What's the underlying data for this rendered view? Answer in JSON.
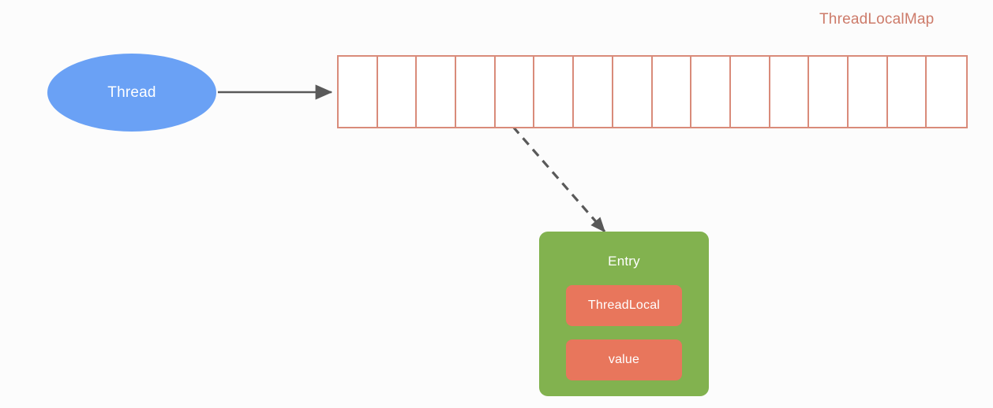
{
  "diagram": {
    "title": "ThreadLocalMap",
    "background_color": "#fcfcfc"
  },
  "thread_node": {
    "label": "Thread",
    "shape": "ellipse",
    "fill_color": "#6aa1f5",
    "text_color": "#ffffff"
  },
  "hash_table": {
    "name": "ThreadLocalMap",
    "title_color": "#cd7b6a",
    "border_color": "#d98b7a",
    "cell_fill": "#ffffff",
    "cell_count": 16,
    "cells": [
      {
        "index": 0,
        "value": ""
      },
      {
        "index": 1,
        "value": ""
      },
      {
        "index": 2,
        "value": ""
      },
      {
        "index": 3,
        "value": ""
      },
      {
        "index": 4,
        "value": ""
      },
      {
        "index": 5,
        "value": ""
      },
      {
        "index": 6,
        "value": ""
      },
      {
        "index": 7,
        "value": ""
      },
      {
        "index": 8,
        "value": ""
      },
      {
        "index": 9,
        "value": ""
      },
      {
        "index": 10,
        "value": ""
      },
      {
        "index": 11,
        "value": ""
      },
      {
        "index": 12,
        "value": ""
      },
      {
        "index": 13,
        "value": ""
      },
      {
        "index": 14,
        "value": ""
      },
      {
        "index": 15,
        "value": ""
      }
    ]
  },
  "entry_node": {
    "title": "Entry",
    "fill_color": "#82b24f",
    "text_color": "#ffffff",
    "fields": [
      {
        "label": "ThreadLocal",
        "fill_color": "#e8765c",
        "text_color": "#ffffff"
      },
      {
        "label": "value",
        "fill_color": "#e8765c",
        "text_color": "#ffffff"
      }
    ]
  },
  "connectors": [
    {
      "name": "thread-to-map",
      "style": "solid",
      "color": "#595959",
      "from": "thread_node",
      "to": "hash_table"
    },
    {
      "name": "map-cell-to-entry",
      "style": "dashed",
      "color": "#595959",
      "from": "hash_table",
      "to": "entry_node"
    }
  ]
}
